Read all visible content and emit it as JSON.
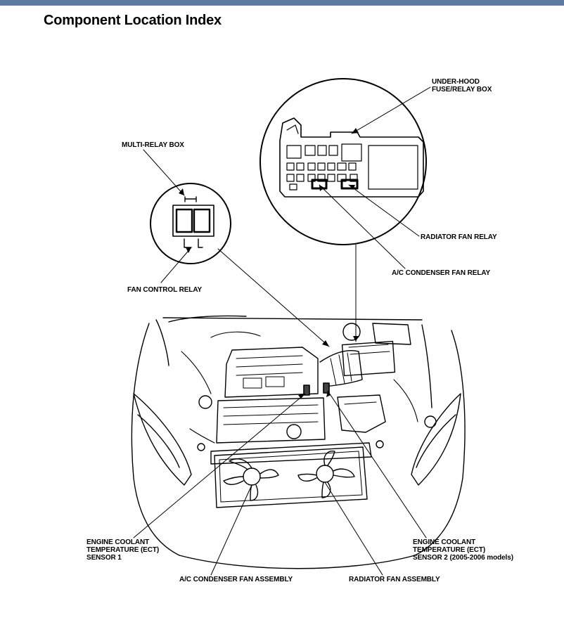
{
  "header": {
    "bar_color": "#5d7ba0"
  },
  "page": {
    "title": "Component Location Index"
  },
  "labels": {
    "under_hood_fuse_relay_box": "UNDER-HOOD\nFUSE/RELAY BOX",
    "multi_relay_box": "MULTI-RELAY BOX",
    "radiator_fan_relay": "RADIATOR FAN RELAY",
    "ac_condenser_fan_relay": "A/C CONDENSER FAN RELAY",
    "fan_control_relay": "FAN CONTROL RELAY",
    "ect_sensor_1": "ENGINE COOLANT\nTEMPERATURE (ECT)\nSENSOR 1",
    "ect_sensor_2": "ENGINE COOLANT\nTEMPERATURE (ECT)\nSENSOR 2 (2005-2006 models)",
    "ac_condenser_fan_assembly": "A/C CONDENSER FAN ASSEMBLY",
    "radiator_fan_assembly": "RADIATOR FAN ASSEMBLY"
  }
}
